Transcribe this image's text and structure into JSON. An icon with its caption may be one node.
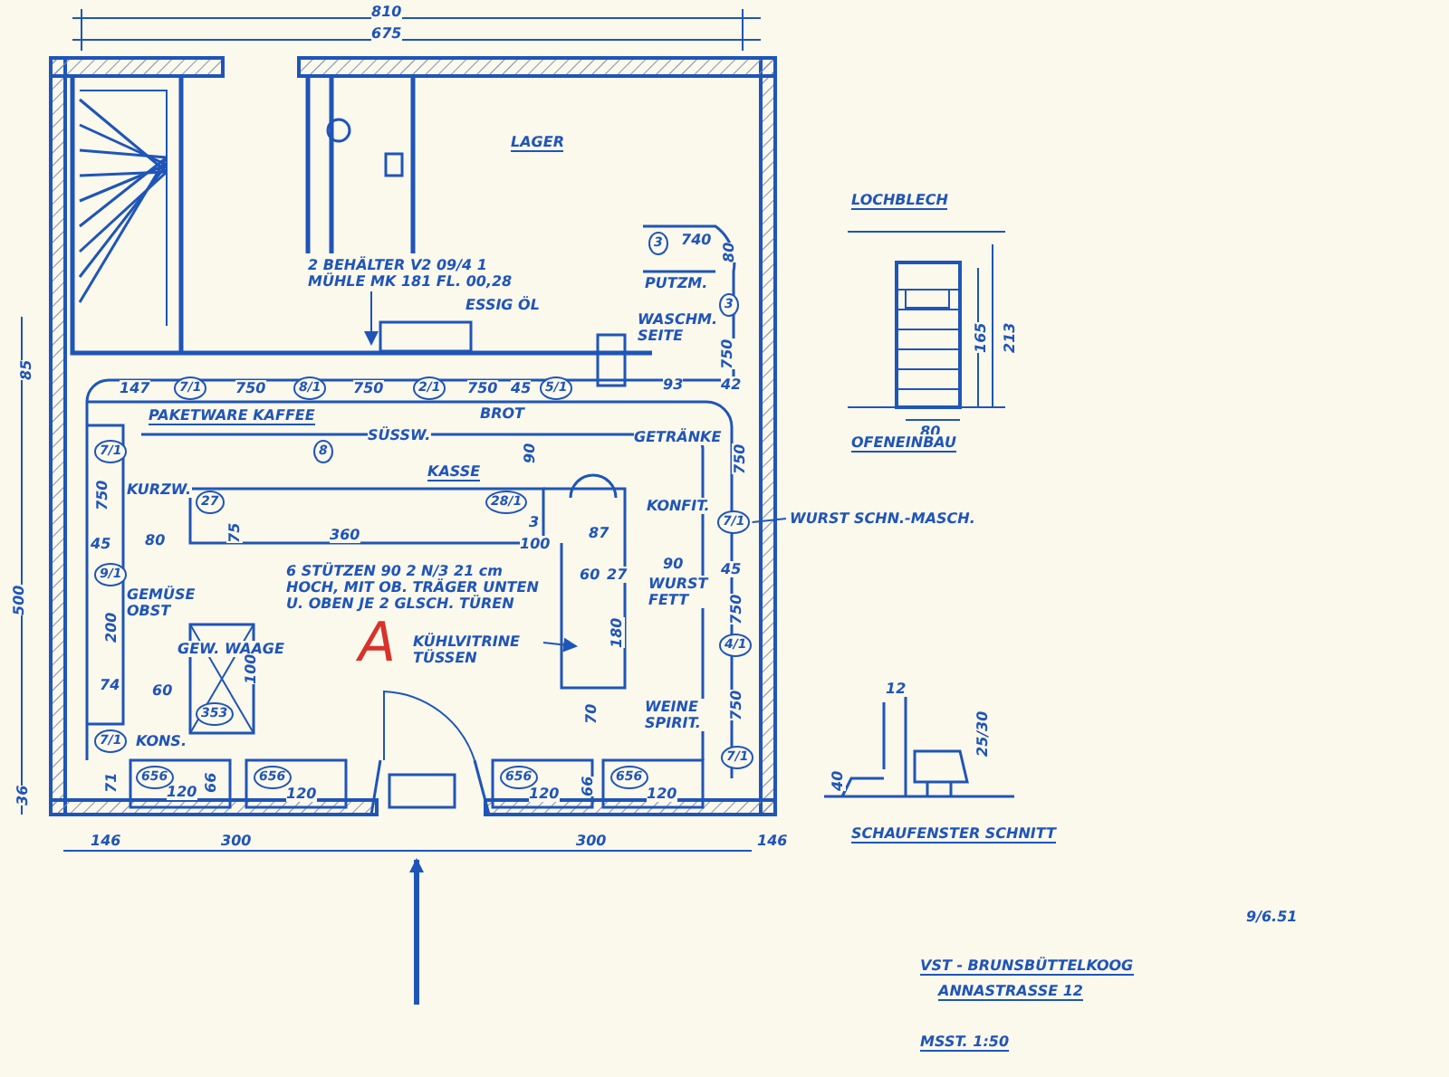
{
  "diagram": {
    "nodes": [
      {
        "text": [
          "2 BEHÄLTER V2 09/4 1 MÜHLE MK 181 FL. 00,28"
        ]
      },
      {
        "text": [
          "KÜHLVITRINE TÜSSEN"
        ]
      },
      {
        "text": [
          "WURST SCHN.-MASCH."
        ]
      },
      {
        "text": [
          "3"
        ]
      },
      {
        "text": [
          "3"
        ]
      },
      {
        "text": [
          "7/1"
        ]
      },
      {
        "text": [
          "8/1"
        ]
      },
      {
        "text": [
          "2/1"
        ]
      },
      {
        "text": [
          "5/1"
        ]
      },
      {
        "text": [
          "7/1"
        ]
      },
      {
        "text": [
          "8"
        ]
      },
      {
        "text": [
          "27"
        ]
      },
      {
        "text": [
          "28/1"
        ]
      },
      {
        "text": [
          "7/1"
        ]
      },
      {
        "text": [
          "9/1"
        ]
      },
      {
        "text": [
          "4/1"
        ]
      },
      {
        "text": [
          "353"
        ]
      },
      {
        "text": [
          "7/1"
        ]
      },
      {
        "text": [
          "7/1"
        ]
      },
      {
        "text": [
          "656"
        ]
      },
      {
        "text": [
          "656"
        ]
      },
      {
        "text": [
          "656"
        ]
      },
      {
        "text": [
          "656"
        ]
      }
    ],
    "edges": [
      {
        "from": 0,
        "to": null,
        "arrow": "to"
      },
      {
        "from": 1,
        "to": null,
        "arrow": "to"
      },
      {
        "from": 2,
        "to": 13,
        "arrow": "none"
      }
    ],
    "labels": [
      "810",
      "675",
      "LAGER",
      "ESSIG ÖL",
      "740",
      "PUTZM.",
      "80",
      "WASCHM. SEITE",
      "750",
      "93",
      "42",
      "85",
      "147",
      "750",
      "750",
      "750",
      "45",
      "PAKETWARE KAFFEE",
      "BROT",
      "SÜSSW.",
      "GETRÄNKE",
      "90",
      "KASSE",
      "750",
      "KURZW.",
      "750",
      "75",
      "360",
      "3",
      "100",
      "87",
      "KONFIT.",
      "45",
      "80",
      "6 STÜTZEN 90 2 N/3 21 cm HOCH, MIT OB. TRÄGER UNTEN U. OBEN JE 2 GLSCH. TÜREN",
      "60",
      "27",
      "90",
      "45",
      "GEMÜSE OBST",
      "WURST FETT",
      "750",
      "200",
      "180",
      "GEW. WAAGE",
      "A",
      "74",
      "60",
      "100",
      "WEINE SPIRIT.",
      "750",
      "70",
      "KONS.",
      "71",
      "66",
      "120",
      "120",
      "120",
      "66",
      "120",
      "36",
      "146",
      "300",
      "300",
      "146",
      "500",
      "LOCHBLECH",
      "165",
      "213",
      "80",
      "OFENEINBAU",
      "12",
      "40",
      "25/30",
      "SCHAUFENSTER SCHNITT",
      "9/6.51",
      "VST - BRUNSBÜTTELKOOG",
      "ANNASTRASSE 12",
      "MSST. 1:50"
    ]
  }
}
